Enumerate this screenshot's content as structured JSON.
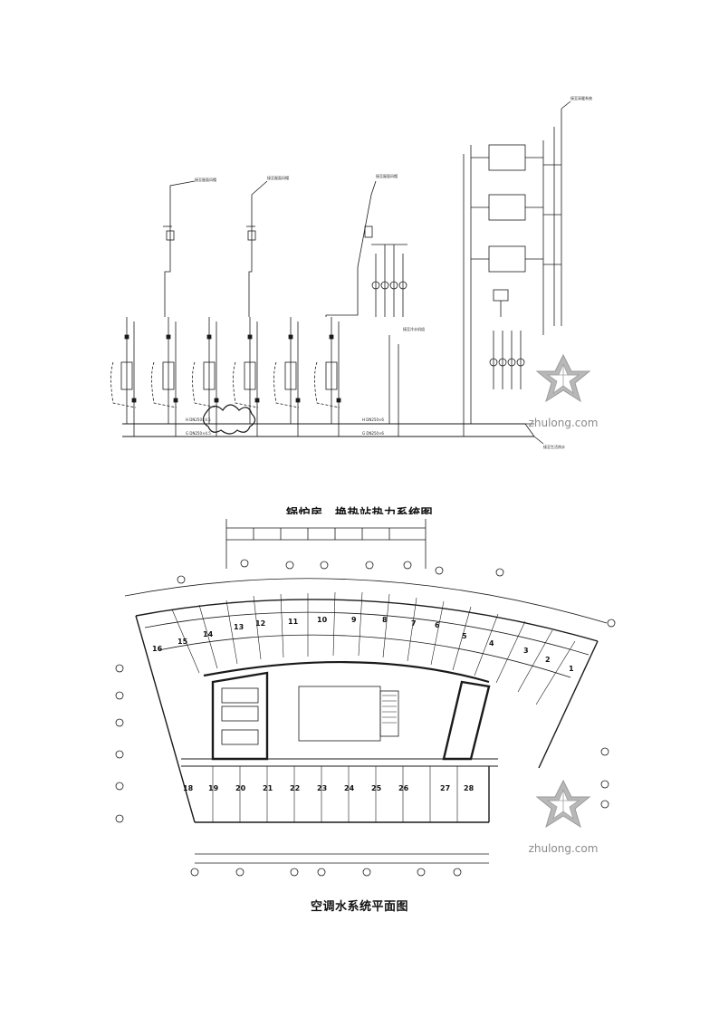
{
  "figures": [
    {
      "caption": "锅炉房、换热站热力系统图"
    },
    {
      "caption": "空调水系统平面图"
    }
  ],
  "watermark": {
    "text": "zhulong.com"
  },
  "colors": {
    "line": "#1a1a1a",
    "watermark": "#9a9a9a",
    "background": "#ffffff"
  },
  "floor_plan": {
    "room_numbers": [
      "1",
      "2",
      "3",
      "4",
      "5",
      "6",
      "7",
      "8",
      "9",
      "10",
      "11",
      "12",
      "13",
      "14",
      "15",
      "16",
      "18",
      "19",
      "20",
      "21",
      "22",
      "23",
      "24",
      "25",
      "26",
      "27",
      "28"
    ]
  }
}
